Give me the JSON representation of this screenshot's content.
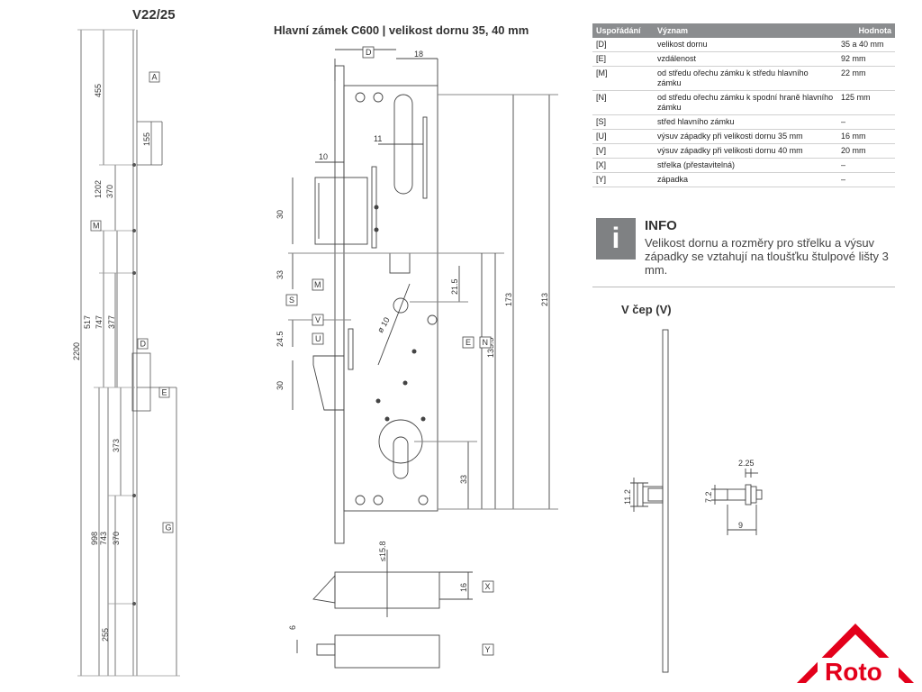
{
  "left_title": "V22/25",
  "center_title": "Hlavní zámek C600 | velikost dornu 35, 40 mm",
  "table": {
    "headers": [
      "Uspořádání",
      "Význam",
      "Hodnota"
    ],
    "rows": [
      {
        "key": "[D]",
        "meaning": "velikost dornu",
        "value": "35 a 40 mm"
      },
      {
        "key": "[E]",
        "meaning": "vzdálenost",
        "value": "92 mm"
      },
      {
        "key": "[M]",
        "meaning": "od středu ořechu zámku k středu hlavního zámku",
        "value": "22 mm"
      },
      {
        "key": "[N]",
        "meaning": "od středu ořechu zámku k spodní hraně hlavního zámku",
        "value": "125 mm"
      },
      {
        "key": "[S]",
        "meaning": "střed hlavního zámku",
        "value": "–"
      },
      {
        "key": "[U]",
        "meaning": "výsuv západky při velikosti dornu 35 mm",
        "value": "16 mm"
      },
      {
        "key": "[V]",
        "meaning": "výsuv západky při velikosti dornu 40 mm",
        "value": "20 mm"
      },
      {
        "key": "[X]",
        "meaning": "střelka (přestavitelná)",
        "value": "–"
      },
      {
        "key": "[Y]",
        "meaning": "západka",
        "value": "–"
      }
    ]
  },
  "info": {
    "icon": "i",
    "title": "INFO",
    "text": "Velikost dornu a rozměry pro střelku a výsuv západky se vztahují na tloušťku štulpové lišty 3 mm."
  },
  "pin_title": "V čep (V)",
  "logo_text": "Roto",
  "colors": {
    "logo_red": "#e3001b",
    "table_header": "#8b8d8f",
    "info_gray": "#7f8183"
  },
  "left_drawing": {
    "total": "2200",
    "dims": [
      "455",
      "155",
      "1202",
      "370",
      "517",
      "747",
      "377",
      "373",
      "998",
      "743",
      "370",
      "255"
    ],
    "markers": [
      "A",
      "M",
      "D",
      "E",
      "G"
    ]
  },
  "center_drawing": {
    "dims_top": [
      "18",
      "11",
      "10"
    ],
    "dims_left": [
      "30",
      "33",
      "24.5",
      "30"
    ],
    "dims_right": [
      "21.5",
      "135.5",
      "173",
      "213",
      "33"
    ],
    "diameter": "ø 10",
    "markers": [
      "D",
      "M",
      "S",
      "V",
      "U",
      "E",
      "N"
    ],
    "bottom_dims": [
      "≤15.8",
      "16",
      "6"
    ],
    "bottom_markers": [
      "X",
      "Y"
    ]
  },
  "pin_drawing": {
    "dims": [
      "11.2",
      "7.2",
      "2.25",
      "9"
    ]
  }
}
